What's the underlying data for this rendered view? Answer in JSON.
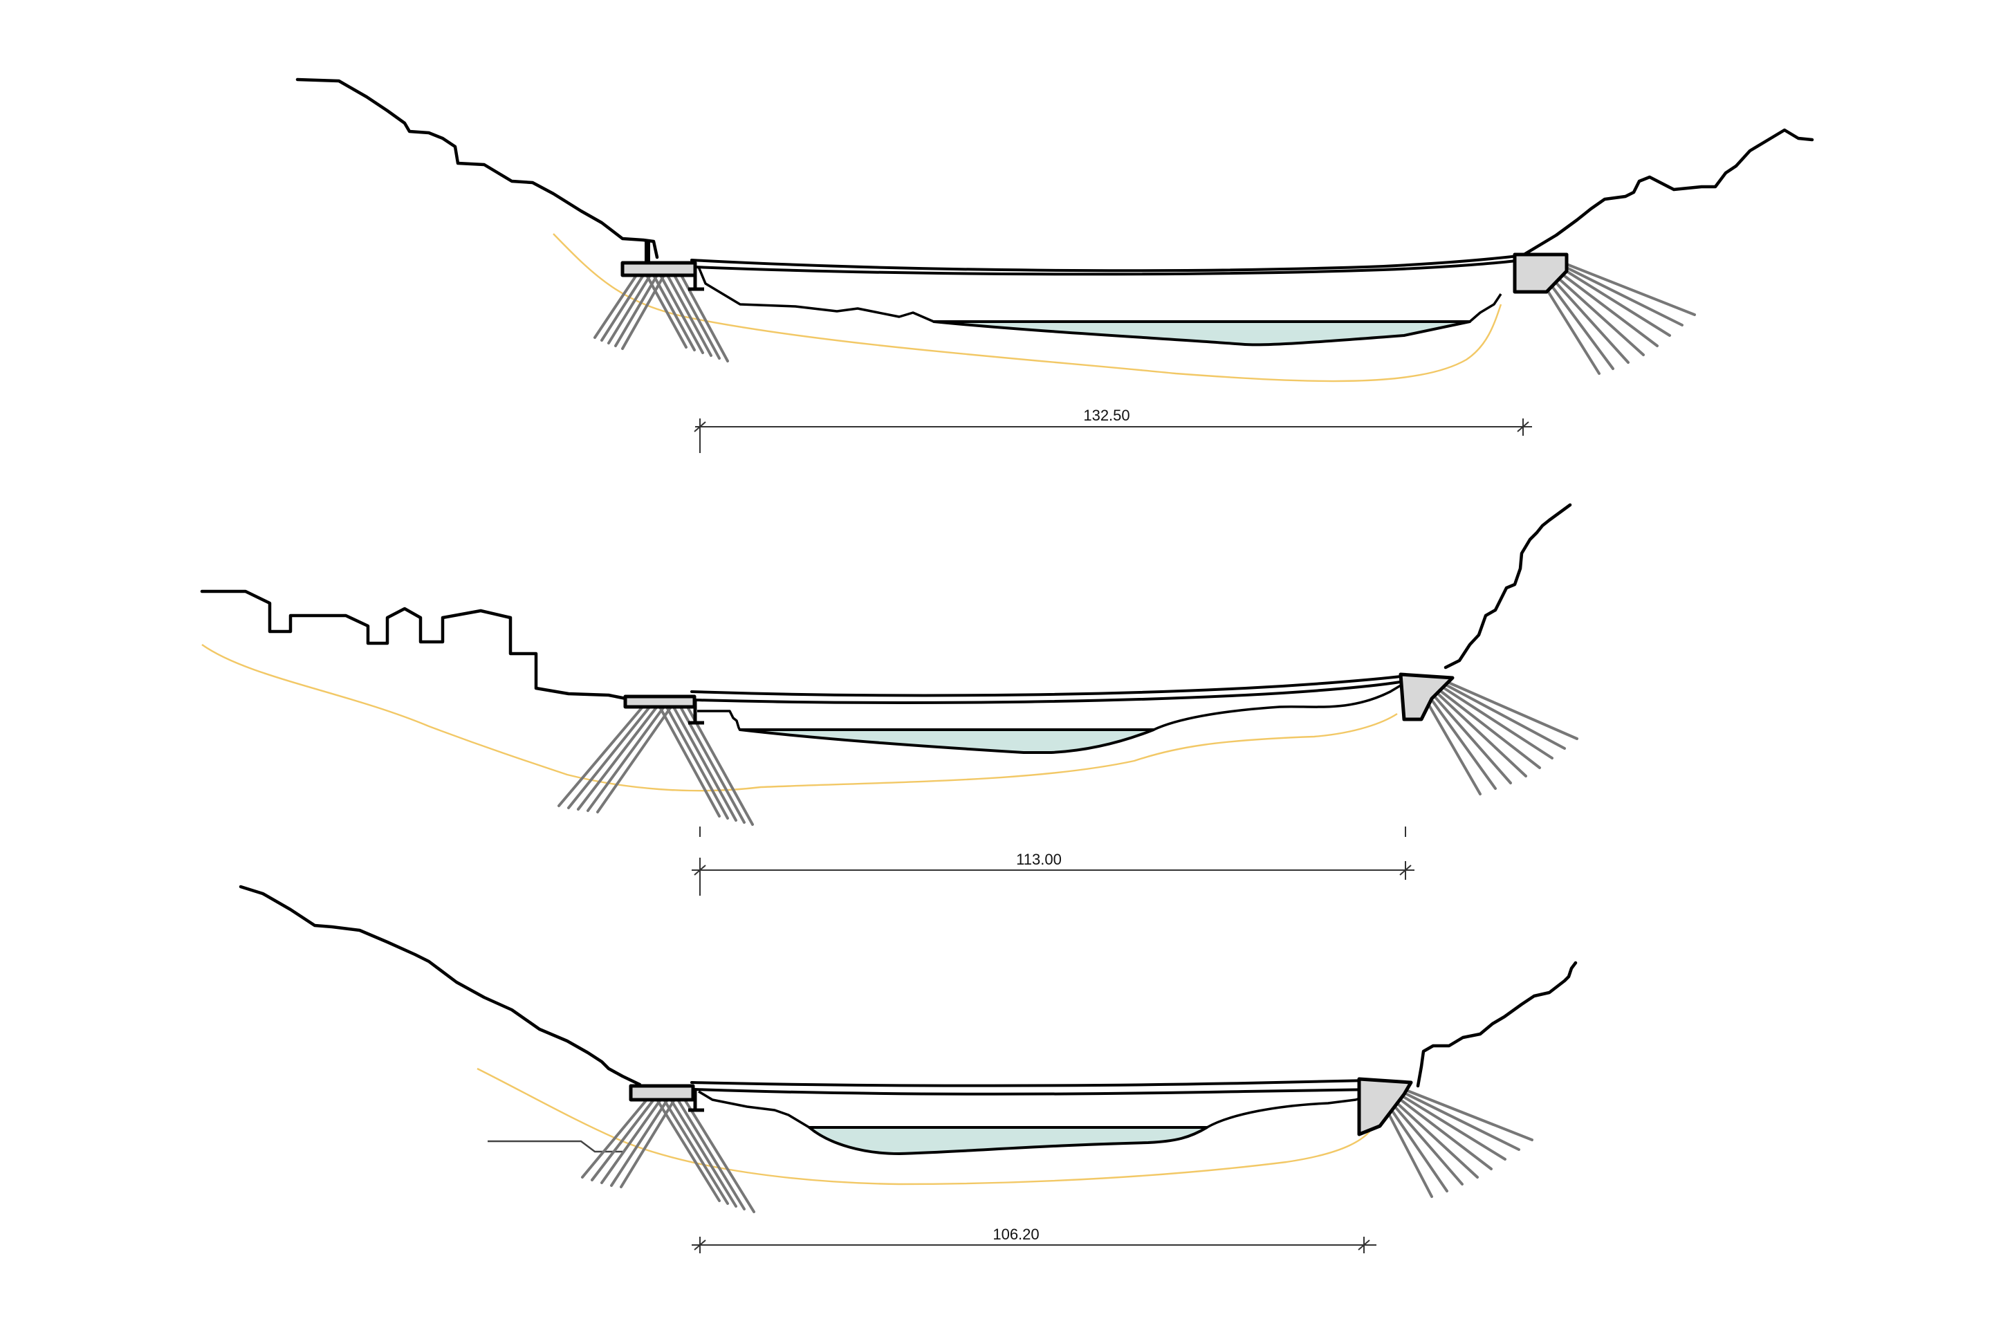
{
  "drawing": {
    "type": "bridge cross-section elevations",
    "sections": [
      {
        "id": "section-1",
        "span_label": "132.50",
        "span_value_m": 132.5
      },
      {
        "id": "section-2",
        "span_label": "113.00",
        "span_value_m": 113.0
      },
      {
        "id": "section-3",
        "span_label": "106.20",
        "span_value_m": 106.2
      }
    ],
    "colors": {
      "terrain_line": "#000000",
      "rock_line": "#f2c866",
      "water_fill": "#cfe6e2",
      "abutment_fill": "#d8d8d8",
      "anchor_line": "#777777"
    }
  }
}
